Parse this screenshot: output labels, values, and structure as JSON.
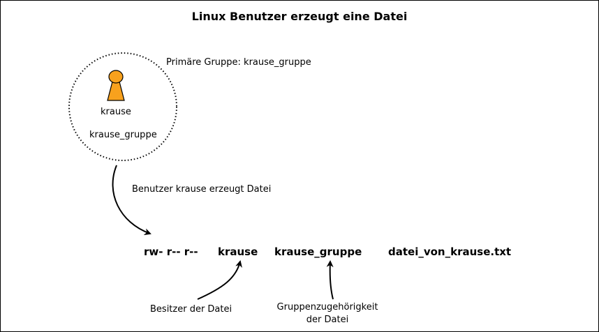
{
  "diagram": {
    "title": "Linux Benutzer erzeugt eine Datei",
    "primary_group_label": "Primäre Gruppe: krause_gruppe",
    "user": {
      "name": "krause",
      "group": "krause_gruppe",
      "icon": "user-icon",
      "icon_color": "#f8a11d"
    },
    "action_label": "Benutzer krause erzeugt Datei",
    "listing": {
      "permissions": "rw- r-- r--",
      "owner": "krause",
      "group": "krause_gruppe",
      "filename": "datei_von_krause.txt"
    },
    "owner_note": "Besitzer der Datei",
    "group_note_line1": "Gruppenzugehörigkeit",
    "group_note_line2": "der Datei"
  }
}
